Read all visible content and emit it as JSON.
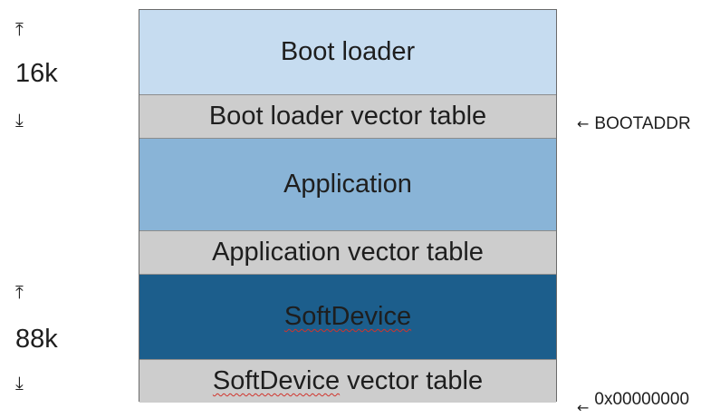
{
  "regions": [
    {
      "label": "Boot loader",
      "color": "#c6dcf0",
      "text_color": "#1e1e1e"
    },
    {
      "label": "Boot loader vector table",
      "color": "#cdcdcd",
      "text_color": "#1e1e1e"
    },
    {
      "label": "Application",
      "color": "#89b4d7",
      "text_color": "#1e1e1e"
    },
    {
      "label": "Application vector table",
      "color": "#cdcdcd",
      "text_color": "#1e1e1e"
    },
    {
      "label": "SoftDevice",
      "color": "#1c5e8c",
      "text_color": "#1e1e1e"
    },
    {
      "label_pre": "",
      "label_word": "SoftDevice",
      "label_post": " vector table",
      "color": "#cdcdcd",
      "text_color": "#1e1e1e"
    }
  ],
  "sizes": {
    "bootloader": {
      "top_arrow": "⤒",
      "value": "16k",
      "bottom_arrow": "⤓"
    },
    "softdevice": {
      "top_arrow": "⤒",
      "value": "88k",
      "bottom_arrow": "⤓"
    }
  },
  "addresses": {
    "bootaddr": {
      "arrow": "←",
      "label": "BOOTADDR"
    },
    "base": {
      "arrow": "←",
      "label": "0x00000000"
    }
  }
}
